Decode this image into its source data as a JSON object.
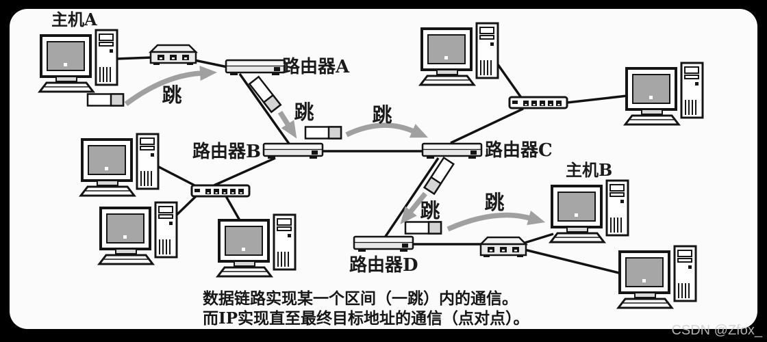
{
  "colors": {
    "background": "#000000",
    "panel": "#fbfbfb",
    "line": "#121212",
    "arrow": "#a0a0a0",
    "text": "#1a1a1a",
    "screen": "#a6a6a6",
    "packet_tail": "#d4d4d4",
    "watermark": "#cfcfcf"
  },
  "labels": {
    "host_a": "主机A",
    "host_b": "主机B",
    "router_a": "路由器A",
    "router_b": "路由器B",
    "router_c": "路由器C",
    "router_d": "路由器D",
    "hop": "跳"
  },
  "caption": {
    "line1": "数据链路实现某一个区间（一跳）内的通信。",
    "line2": "而IP实现直至最终目标地址的通信（点对点）。"
  },
  "watermark": "CSDN @Zfox_"
}
